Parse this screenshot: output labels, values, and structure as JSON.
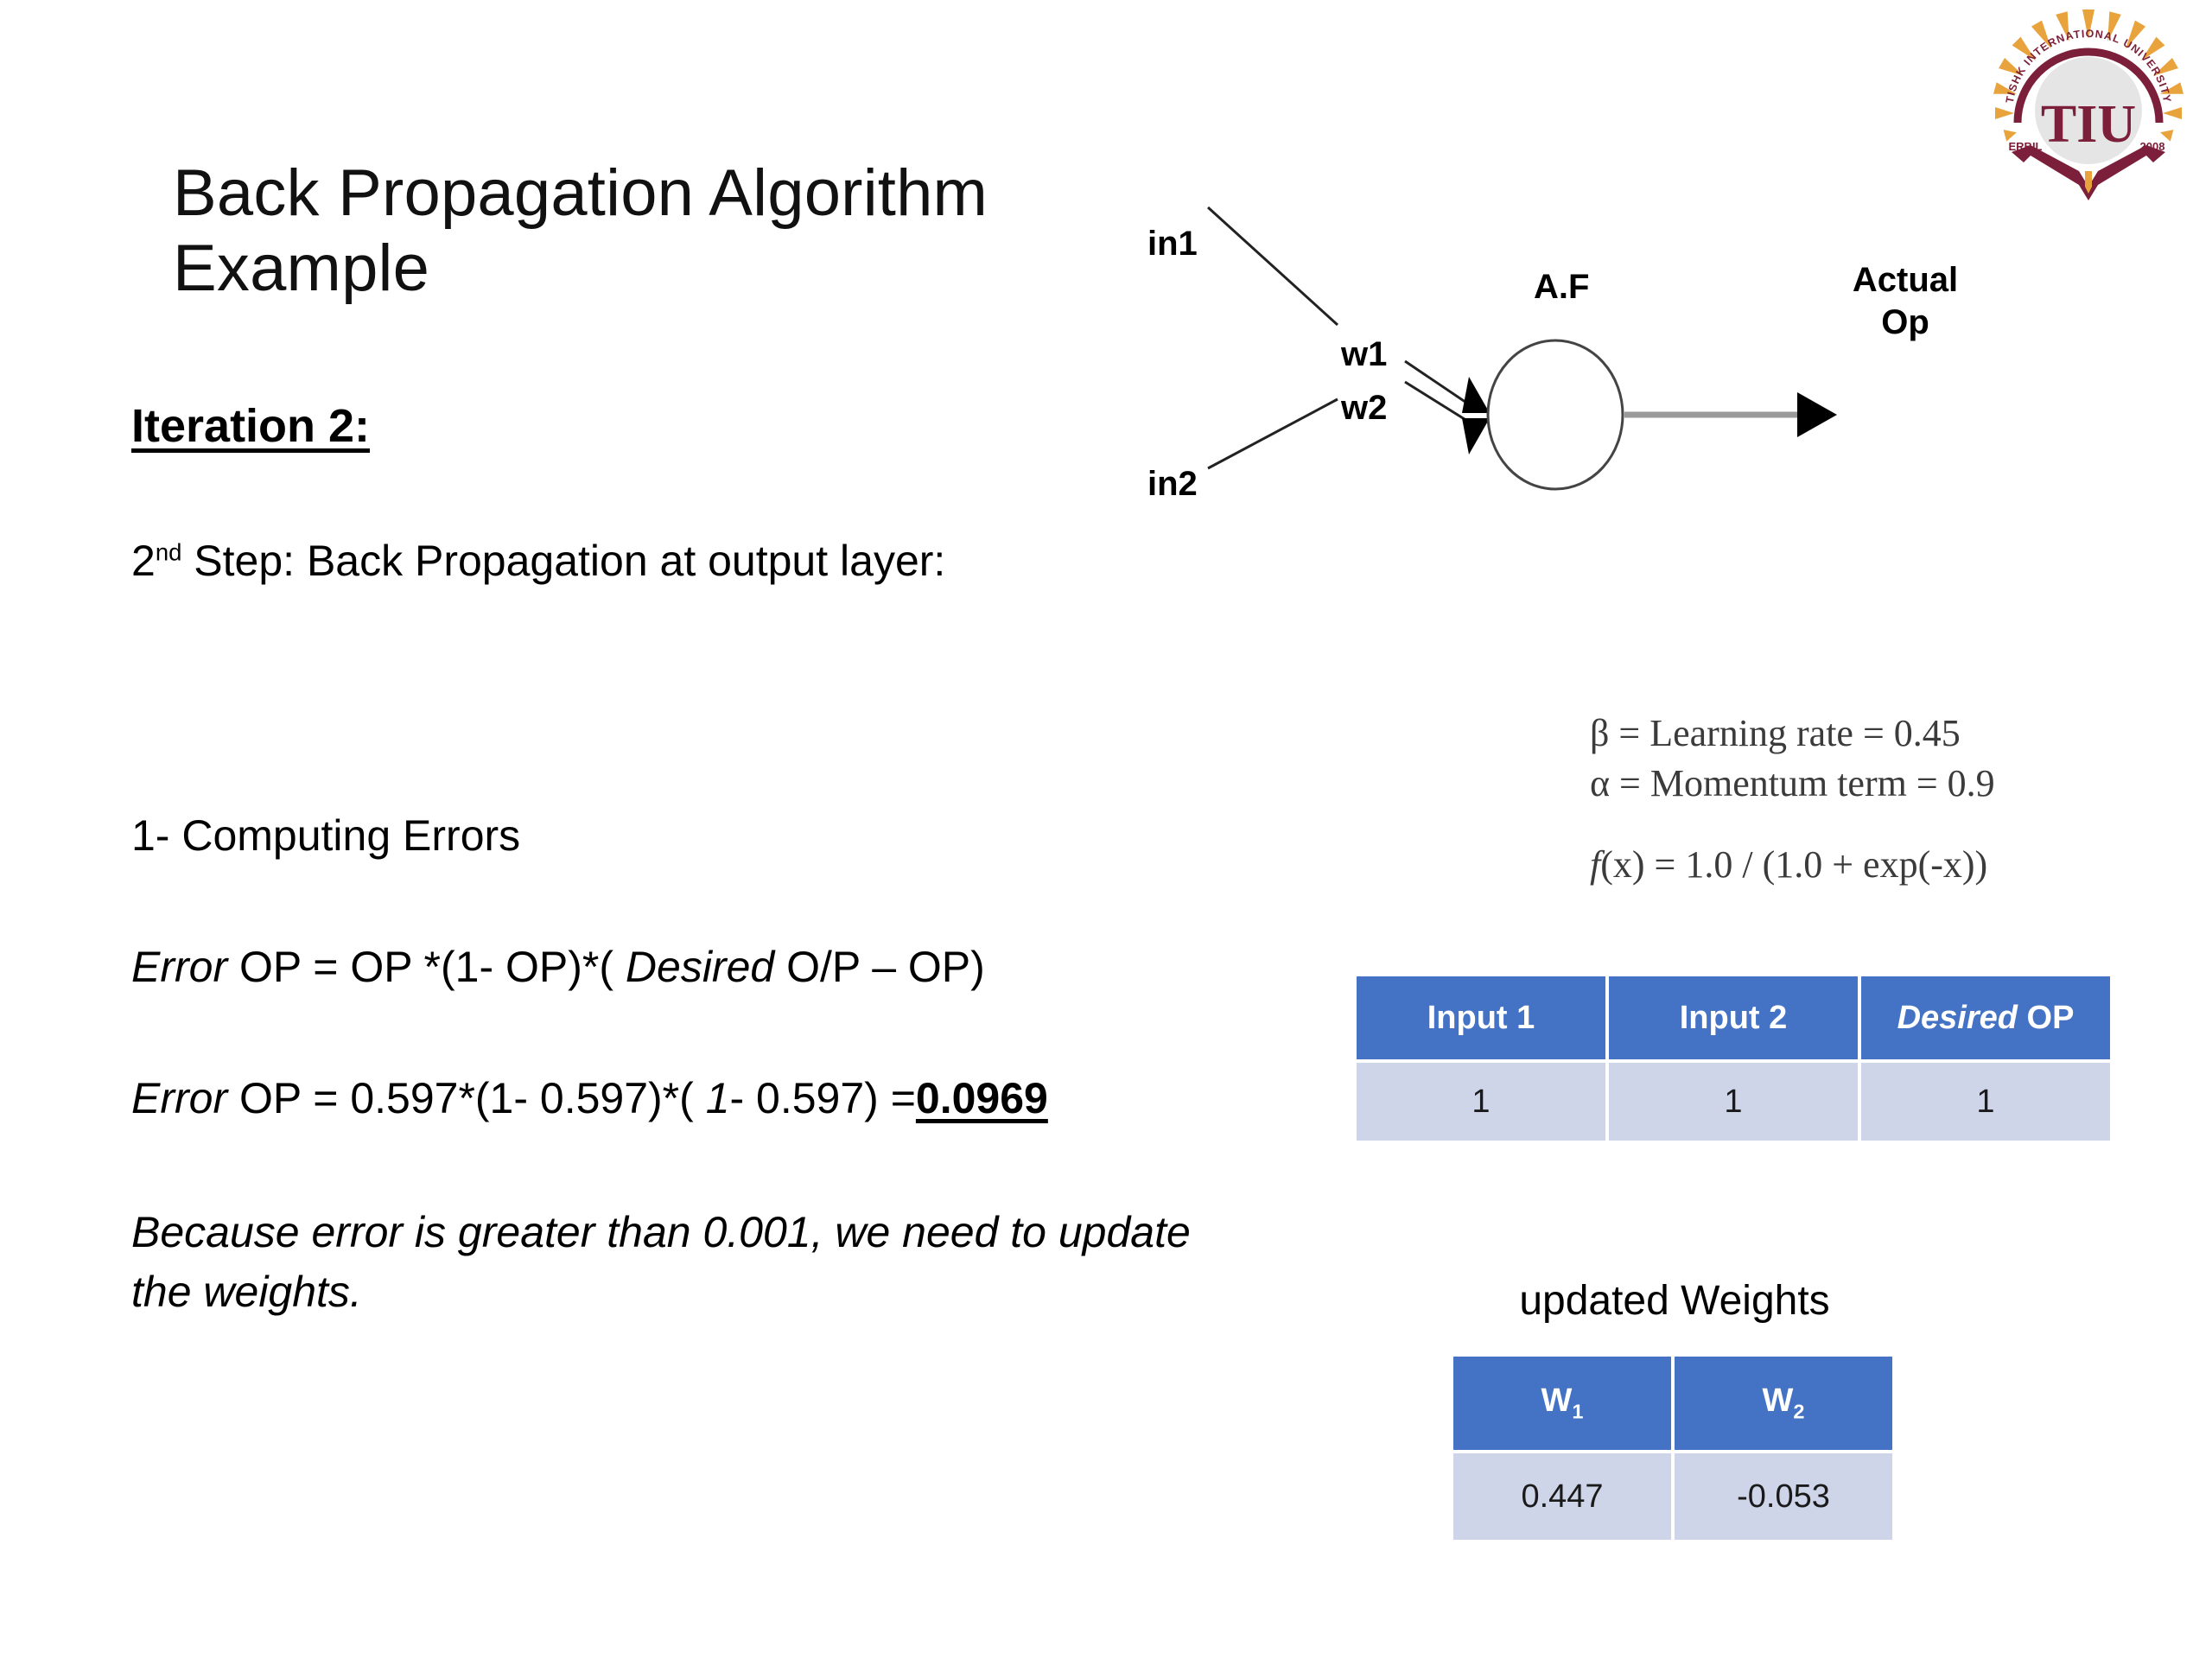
{
  "slide": {
    "title": "Back Propagation  Algorithm Example",
    "iteration_heading": "Iteration 2:",
    "step_prefix": "2",
    "step_sup": "nd",
    "step_text": " Step: Back Propagation at output layer:",
    "computing_errors": "1- Computing Errors",
    "equation_1": {
      "italic_1": "Error",
      "part_1": " OP = OP *(1- OP)*( ",
      "italic_2": "Desired",
      "part_2": " O/P – OP)"
    },
    "equation_2": {
      "italic_1": "Error",
      "part_1": " OP = 0.597*(1- 0.597)*( ",
      "italic_2": "1",
      "part_2": "- 0.597) =",
      "result": "0.0969"
    },
    "note": "Because error is greater than 0.001, we need to update  the weights."
  },
  "diagram": {
    "input_1": "in1",
    "input_2": "in2",
    "weight_1": "w1",
    "weight_2": "w2",
    "node": "A.F",
    "output_line_1": "Actual",
    "output_line_2": "Op"
  },
  "formulas": {
    "learning_rate": "β = Learning rate = 0.45",
    "momentum": "α = Momentum term = 0.9",
    "activation_f": "f",
    "activation_rest": "(x) = 1.0 / (1.0 + exp(-x))"
  },
  "io_table": {
    "headers": {
      "col1": "Input 1",
      "col2": "Input 2",
      "col3_italic": "Desired",
      "col3_rest": " OP"
    },
    "row": [
      "1",
      "1",
      "1"
    ]
  },
  "weights_table": {
    "caption": "updated Weights",
    "headers": {
      "w1_base": "W",
      "w1_sub": "1",
      "w2_base": "W",
      "w2_sub": "2"
    },
    "row": [
      "0.447",
      "-0.053"
    ]
  },
  "logo": {
    "acronym": "TIU",
    "ring_text": "TISHK INTERNATIONAL UNIVERSITY",
    "city": "ERBIL",
    "year": "2008"
  },
  "colors": {
    "table_header_blue": "#4472C4",
    "table_row_blue": "#CFD5E9",
    "logo_maroon": "#7B1F3A",
    "logo_gold": "#E8A33D",
    "text_black": "#000000"
  }
}
